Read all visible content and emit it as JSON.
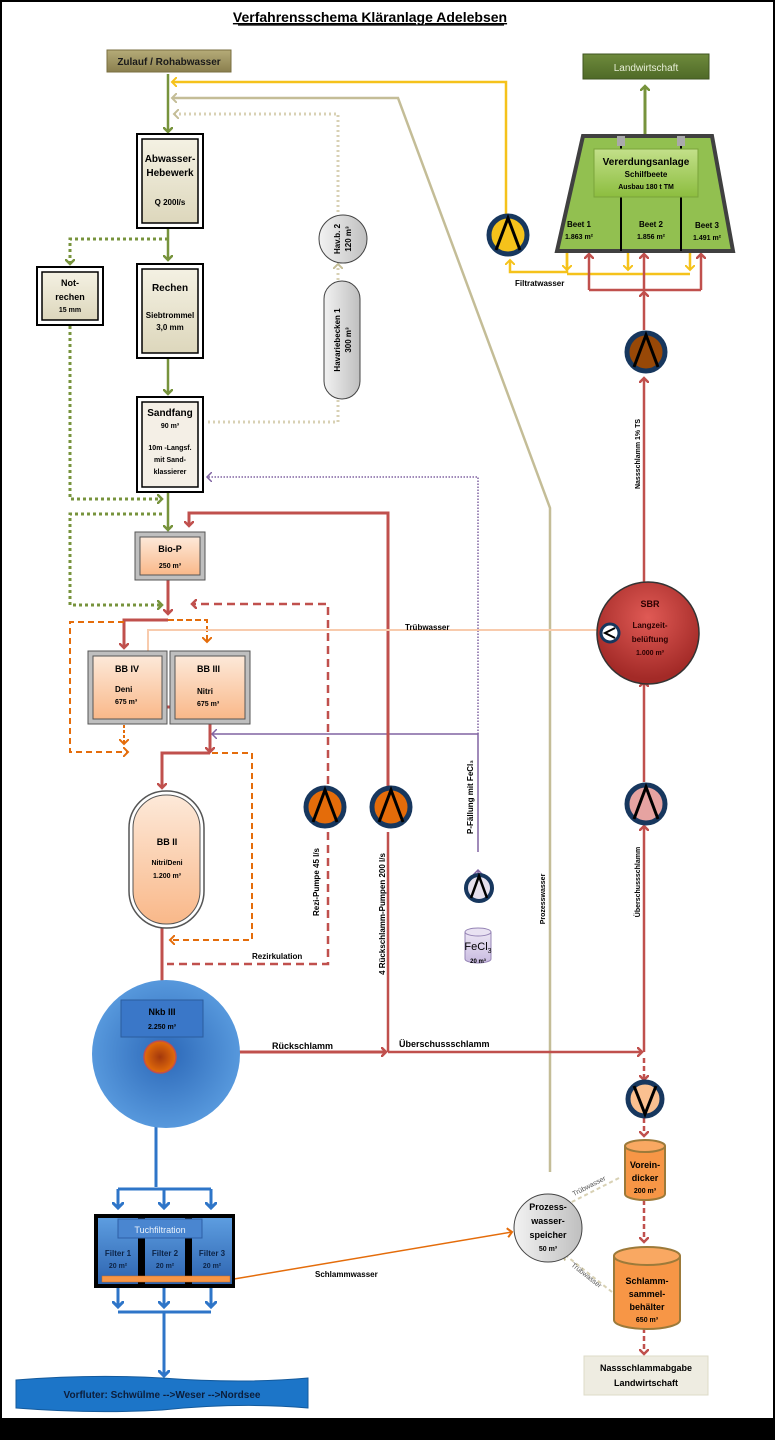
{
  "title": "Verfahrensschema Kläranlage Adelebsen",
  "nodes": {
    "zulauf": "Zulauf / Rohabwasser",
    "landwirtschaft_top": "Landwirtschaft",
    "hebewerk": [
      "Abwasser-",
      "Hebewerk",
      "Q 200l/s"
    ],
    "notrechen": [
      "Not-",
      "rechen",
      "15 mm"
    ],
    "rechen": [
      "Rechen",
      "Siebtrommel",
      "3,0 mm"
    ],
    "sandfang": [
      "Sandfang",
      "90 m³",
      "10m -Langsf.",
      "mit Sand-",
      "klassierer"
    ],
    "havb2": [
      "Hav.b. 2",
      "120 m³"
    ],
    "havb1": [
      "Havariebecken 1",
      "300 m³"
    ],
    "vererdung": [
      "Vererdungsanlage",
      "Schilfbeete",
      "Ausbau 180 t TM"
    ],
    "beete": [
      {
        "name": "Beet 1",
        "area": "1.863 m²"
      },
      {
        "name": "Beet 2",
        "area": "1.856 m²"
      },
      {
        "name": "Beet 3",
        "area": "1.491 m²"
      }
    ],
    "biop": [
      "Bio-P",
      "250 m³"
    ],
    "bb4": [
      "BB IV",
      "Deni",
      "675 m³"
    ],
    "bb3": [
      "BB III",
      "Nitri",
      "675 m³"
    ],
    "bb2": [
      "BB II",
      "Nitri/Deni",
      "1.200 m³"
    ],
    "sbr": [
      "SBR",
      "Langzeit-",
      "belüftung",
      "1.000 m³"
    ],
    "fecl3": [
      "FeCl",
      "3",
      "20 m³"
    ],
    "nkb": [
      "Nkb III",
      "2.250 m³"
    ],
    "tuch": "Tuchfiltration",
    "filters": [
      {
        "name": "Filter 1",
        "area": "20 m²"
      },
      {
        "name": "Filter 2",
        "area": "20 m²"
      },
      {
        "name": "Filter 3",
        "area": "20 m²"
      }
    ],
    "prozess": [
      "Prozess-",
      "wasser-",
      "speicher",
      "50 m³"
    ],
    "voreindicker": [
      "Vorein-",
      "dicker",
      "200 m³"
    ],
    "schlamm": [
      "Schlamm-",
      "sammel-",
      "behälter",
      "650 m³"
    ],
    "nassabgabe": [
      "Nassschlammabgabe",
      "Landwirtschaft"
    ],
    "vorfluter": "Vorfluter:  Schwülme -->Weser -->Nordsee"
  },
  "labels": {
    "filtratwasser": "Filtratwasser",
    "nassschlamm": "Nassschlamm 1% TS",
    "truebwasser": "Trübwasser",
    "rezipumpe": "Rezi-Pumpe 45 l/s",
    "ruecksch_pumpen": "4  Rückschlamm-Pumpen 200 l/s",
    "pfaellung": "P-Fällung mit FeCl₃",
    "prozesswasser": "Prozesswasser",
    "ueberschuss_v": "Überschussschlamm",
    "rezirkulation": "Rezirkulation",
    "rueckschlamm": "Rückschlamm",
    "ueberschuss_h": "Überschussschlamm",
    "schlammwasser": "Schlammwasser",
    "truebwasser_a": "Trübwasser",
    "truebwasser_b": "Trübwasser"
  },
  "colors": {
    "green_flow": "#77933c",
    "red_flow": "#c0504d",
    "orange_flow": "#e46c0a",
    "yellow_flow": "#f5c21b",
    "gray_flow": "#c4bd97",
    "purple_flow": "#8064a2",
    "blue_flow": "#2e75c8",
    "beet_green": "#92c050",
    "tank_orange": "#f79646",
    "pump_navy": "#17375e"
  }
}
